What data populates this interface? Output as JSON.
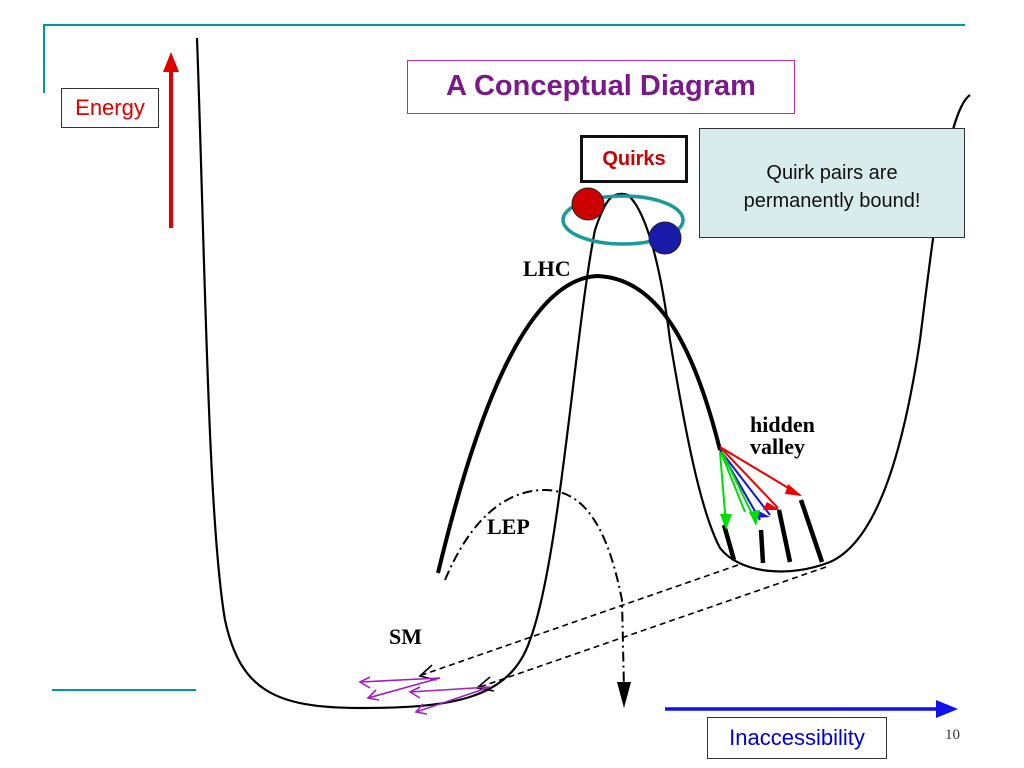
{
  "slide": {
    "title": "A Conceptual Diagram",
    "energy_label": "Energy",
    "quirks_label": "Quirks",
    "note_line1": "Quirk pairs are",
    "note_line2": "permanently bound!",
    "lhc_label": "LHC",
    "lep_label": "LEP",
    "sm_label": "SM",
    "hidden_valley_line1": "hidden",
    "hidden_valley_line2": "valley",
    "inaccessibility_label": "Inaccessibility",
    "page_number": "10"
  },
  "colors": {
    "accent_teal": "#009999",
    "energy_arrow": "#e00000",
    "inaccessibility_arrow": "#1010ee",
    "quirk_red": "#cc0000",
    "quirk_blue": "#1a1aa8",
    "orbit": "#1a9a9a",
    "title_purple": "#7a1a8a",
    "sm_arrows": "#a020c0"
  }
}
